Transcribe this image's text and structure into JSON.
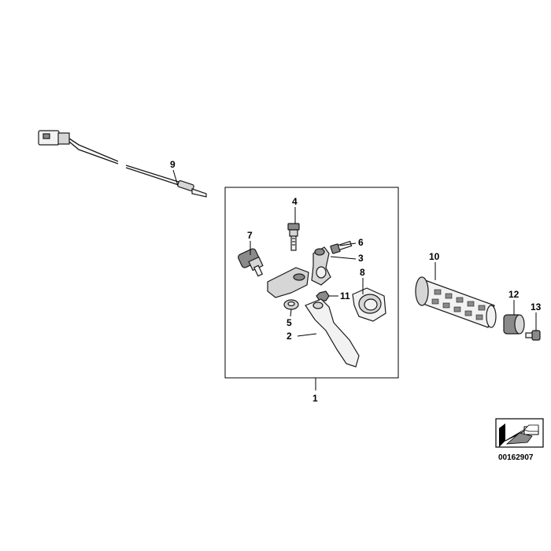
{
  "callouts": {
    "c1": "1",
    "c2": "2",
    "c3": "3",
    "c4": "4",
    "c5": "5",
    "c6": "6",
    "c7": "7",
    "c8": "8",
    "c9": "9",
    "c10": "10",
    "c11": "11",
    "c12": "12",
    "c13": "13"
  },
  "reference_code": "00162907"
}
